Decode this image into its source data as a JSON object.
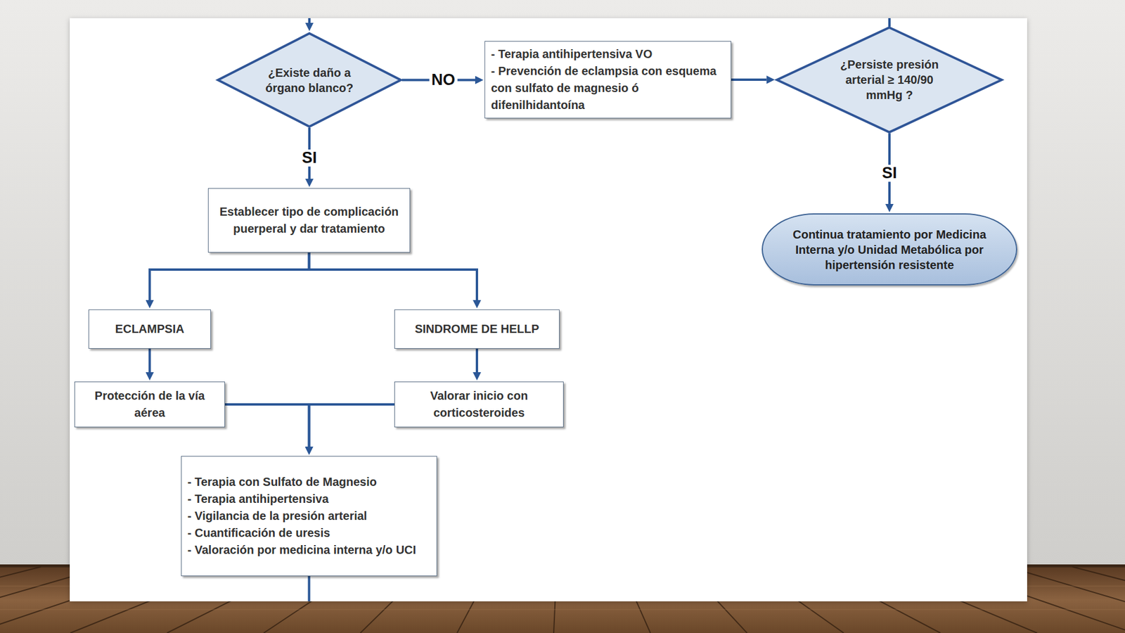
{
  "diagram": {
    "nodes": [
      {
        "text": [
          "¿Existe daño a órgano blanco?"
        ]
      },
      {
        "text": [
          "- Terapia antihipertensiva VO",
          "- Prevención de eclampsia con esquema con sulfato de magnesio ó difenilhidantoína"
        ]
      },
      {
        "text": [
          "¿Persiste presión arterial ≥ 140/90 mmHg ?"
        ]
      },
      {
        "text": [
          "Establecer tipo de complicación puerperal y dar tratamiento"
        ]
      },
      {
        "text": [
          "Continua tratamiento por Medicina Interna y/o Unidad Metabólica por hipertensión resistente"
        ]
      },
      {
        "text": [
          "ECLAMPSIA"
        ]
      },
      {
        "text": [
          "SINDROME DE HELLP"
        ]
      },
      {
        "text": [
          "Protección de la vía aérea"
        ]
      },
      {
        "text": [
          "Valorar inicio con corticosteroides"
        ]
      },
      {
        "text": [
          "- Terapia con Sulfato de Magnesio",
          "- Terapia antihipertensiva",
          "- Vigilancia de la presión arterial",
          "- Cuantificación de uresis",
          "- Valoración por medicina interna y/o UCI"
        ]
      }
    ],
    "edges": [
      {
        "from": 0,
        "to": 1,
        "label": "NO",
        "arrow": "to"
      },
      {
        "from": 0,
        "to": 3,
        "label": "SI",
        "arrow": "to"
      },
      {
        "from": 1,
        "to": 2,
        "arrow": "to"
      },
      {
        "from": 2,
        "to": 4,
        "label": "SI",
        "arrow": "to"
      },
      {
        "from": 3,
        "to": 5,
        "arrow": "to"
      },
      {
        "from": 3,
        "to": 6,
        "arrow": "to"
      },
      {
        "from": 5,
        "to": 7,
        "arrow": "to"
      },
      {
        "from": 6,
        "to": 8,
        "arrow": "to"
      },
      {
        "from": 7,
        "to": 9,
        "arrow": "to"
      },
      {
        "from": 8,
        "to": 9,
        "arrow": "to"
      }
    ]
  }
}
